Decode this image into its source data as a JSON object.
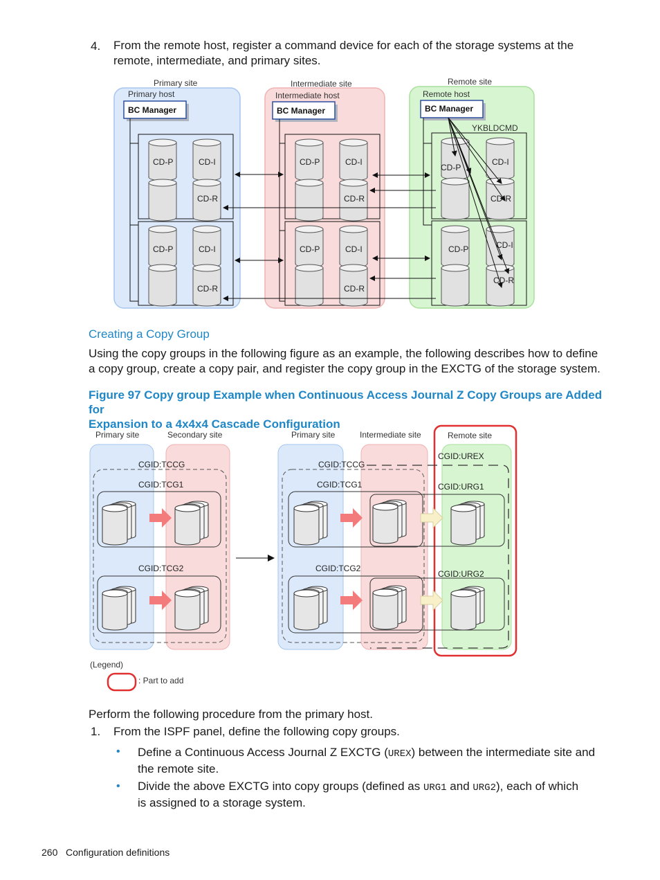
{
  "step4": {
    "number": "4.",
    "text": "From the remote host, register a command device for each of the storage systems at the remote, intermediate, and primary sites."
  },
  "diagram1": {
    "primary_site": "Primary site",
    "primary_host": "Primary host",
    "intermediate_site": "Intermediate site",
    "intermediate_host": "Intermediate host",
    "remote_site": "Remote site",
    "remote_host": "Remote host",
    "bc_manager": "BC Manager",
    "ykbldcmd": "YKBLDCMD",
    "cd_p": "CD-P",
    "cd_i": "CD-I",
    "cd_r": "CD-R"
  },
  "section_heading": "Creating a Copy Group",
  "intro_paragraph": "Using the copy groups in the following figure as an example, the following describes how to define a copy group, create a copy pair, and register the copy group in the EXCTG of the storage system.",
  "figure_caption": {
    "line1": "Figure 97 Copy group Example when Continuous Access Journal Z Copy Groups are Added for",
    "line2": "Expansion to a 4x4x4 Cascade Configuration"
  },
  "diagram2": {
    "left_primary_site": "Primary site",
    "left_secondary_site": "Secondary site",
    "right_primary_site": "Primary site",
    "right_intermediate_site": "Intermediate site",
    "right_remote_site": "Remote site",
    "cgid_tccg": "CGID:TCCG",
    "cgid_tcg1": "CGID:TCG1",
    "cgid_tcg2": "CGID:TCG2",
    "cgid_urex": "CGID:UREX",
    "cgid_urg1": "CGID:URG1",
    "cgid_urg2": "CGID:URG2",
    "legend_title": "(Legend)",
    "legend_text": ": Part to add"
  },
  "procedure_intro": "Perform the following procedure from the primary host.",
  "step1": {
    "number": "1.",
    "text": "From the ISPF panel, define the following copy groups."
  },
  "bullet1": {
    "pre": "Define a Continuous Access Journal Z EXCTG (",
    "code": "UREX",
    "post": ") between the intermediate site and",
    "line2": "the remote site."
  },
  "bullet2": {
    "pre": "Divide the above EXCTG into copy groups (defined as ",
    "code1": "URG1",
    "mid": " and ",
    "code2": "URG2",
    "post": "), each of which",
    "line2": "is assigned to a storage system."
  },
  "footer": {
    "page_number": "260",
    "section": "Configuration definitions"
  },
  "colors": {
    "accent_blue": "#1f87c6",
    "primary_zone": "#dbe9fb",
    "intermediate_zone": "#fadbdb",
    "remote_zone": "#d8f5d2",
    "add_border": "#e03030"
  }
}
